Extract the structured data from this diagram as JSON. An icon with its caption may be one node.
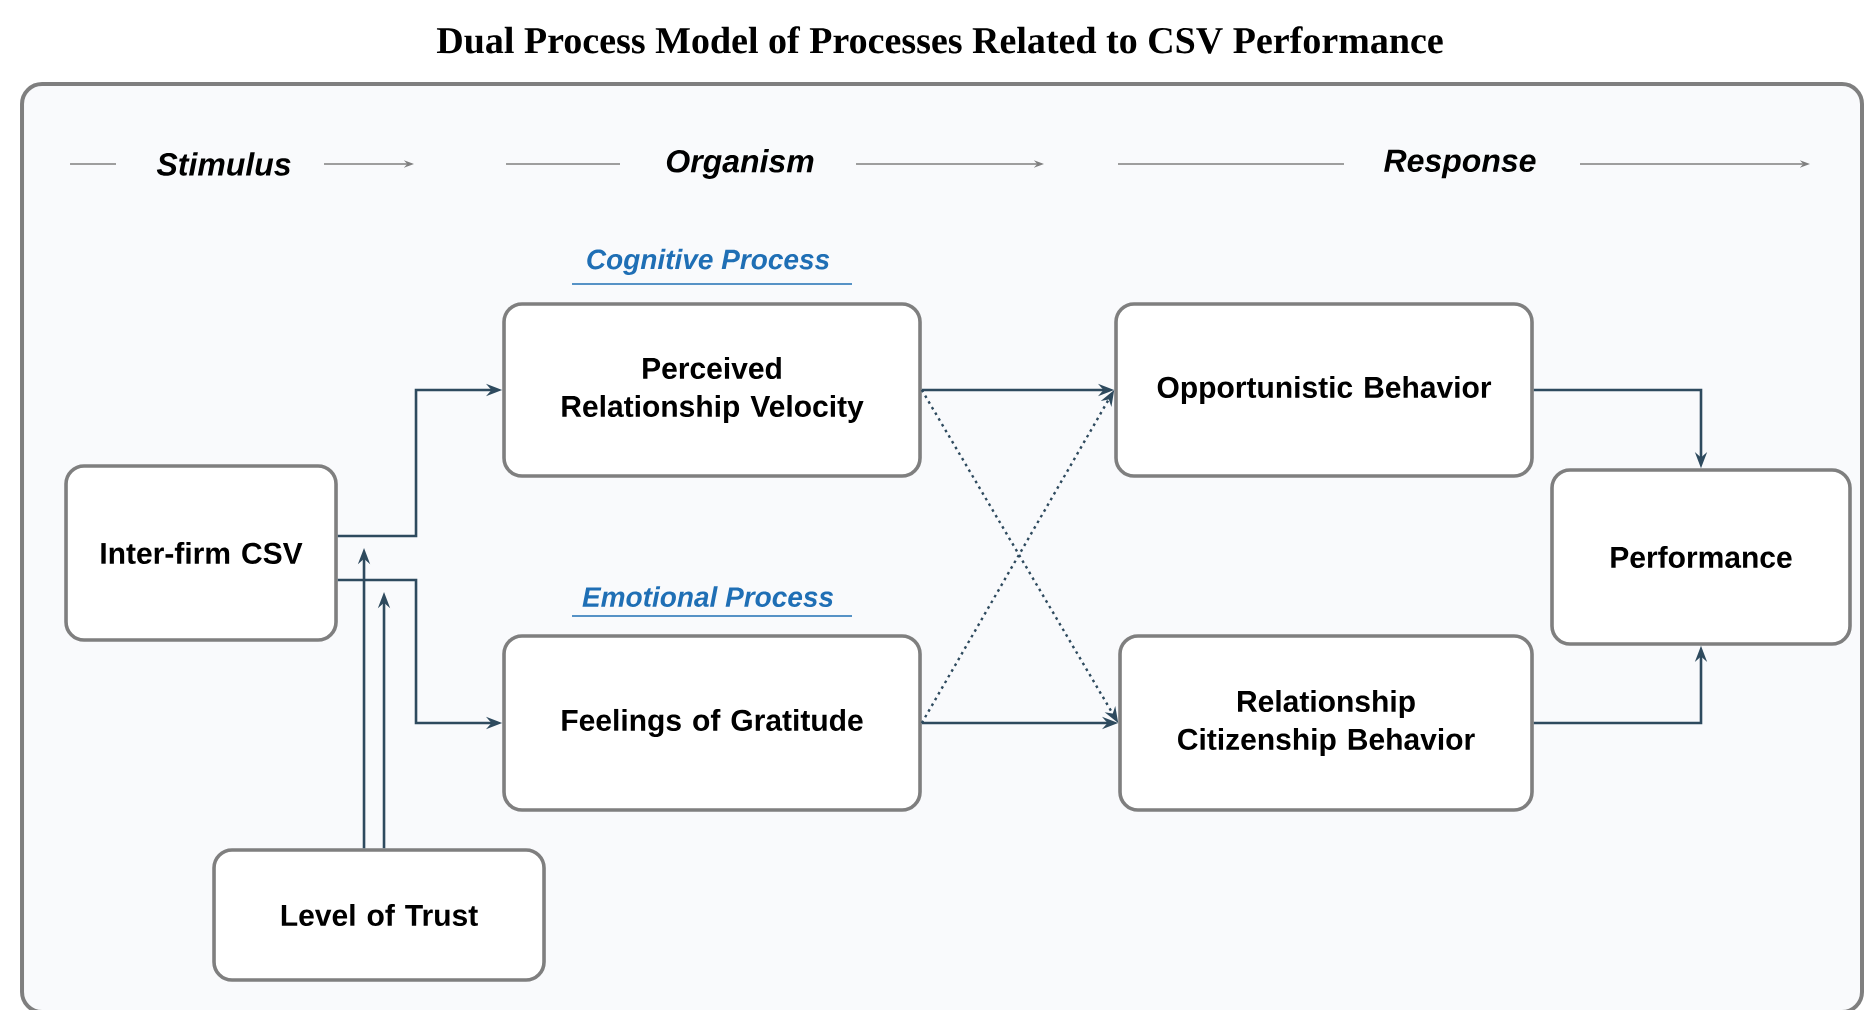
{
  "diagram": {
    "title": "Dual Process Model of Processes Related to CSV Performance",
    "nodes": [
      {
        "text": [
          "Inter-firm CSV"
        ]
      },
      {
        "text": [
          "Cognitive Process",
          "Perceived Relationship Velocity"
        ]
      },
      {
        "text": [
          "Emotional Process",
          "Feelings of Gratitude"
        ]
      },
      {
        "text": [
          "Opportunistic Behavior"
        ]
      },
      {
        "text": [
          "Relationship Citizenship Behavior"
        ]
      },
      {
        "text": [
          "Performance"
        ]
      },
      {
        "text": [
          "Level of Trust"
        ]
      }
    ],
    "edges": [
      {
        "from": 0,
        "to": 1,
        "arrow": "to"
      },
      {
        "from": 0,
        "to": 2,
        "arrow": "to"
      },
      {
        "from": 6,
        "to": null,
        "arrow": "to"
      },
      {
        "from": 6,
        "to": null,
        "arrow": "to"
      },
      {
        "from": 1,
        "to": 3,
        "arrow": "to"
      },
      {
        "from": 1,
        "to": 4,
        "arrow": "to",
        "style": "dashed"
      },
      {
        "from": 2,
        "to": 3,
        "arrow": "to",
        "style": "dashed"
      },
      {
        "from": 2,
        "to": 4,
        "arrow": "to"
      },
      {
        "from": 3,
        "to": 5,
        "arrow": "to"
      },
      {
        "from": 4,
        "to": 5,
        "arrow": "to"
      }
    ],
    "labels": [
      "Stimulus",
      "Organism",
      "Response"
    ]
  }
}
